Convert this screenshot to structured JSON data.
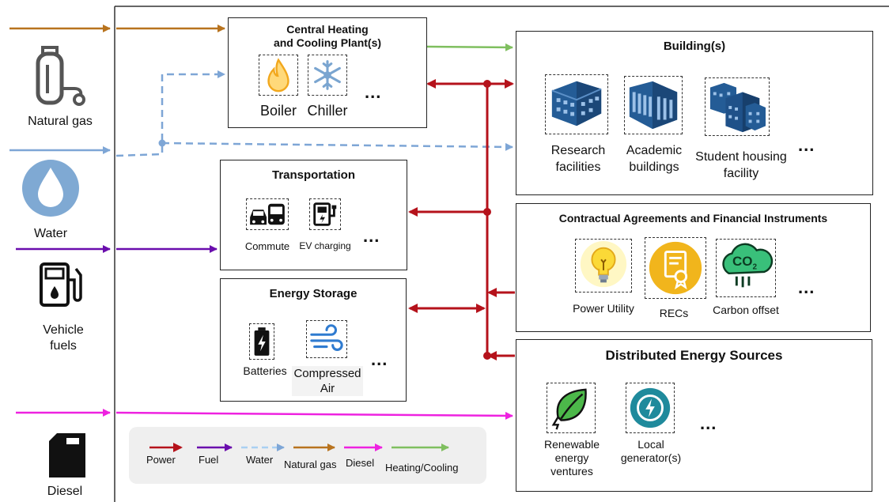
{
  "sources": {
    "natural_gas": "Natural gas",
    "water": "Water",
    "vehicle_fuels_line1": "Vehicle",
    "vehicle_fuels_line2": "fuels",
    "diesel": "Diesel"
  },
  "central_plant": {
    "title_line1": "Central Heating",
    "title_line2": "and Cooling Plant(s)",
    "boiler": "Boiler",
    "chiller": "Chiller",
    "more": "..."
  },
  "buildings": {
    "title": "Building(s)",
    "research_line1": "Research",
    "research_line2": "facilities",
    "academic_line1": "Academic",
    "academic_line2": "buildings",
    "housing_line1": "Student housing",
    "housing_line2": "facility",
    "more": "..."
  },
  "transportation": {
    "title": "Transportation",
    "commute": "Commute",
    "ev_charging": "EV charging",
    "more": "..."
  },
  "energy_storage": {
    "title": "Energy Storage",
    "batteries": "Batteries",
    "compressed_line1": "Compressed",
    "compressed_line2": "Air",
    "more": "..."
  },
  "contracts": {
    "title": "Contractual Agreements and Financial Instruments",
    "power_utility": "Power Utility",
    "recs": "RECs",
    "carbon_offset": "Carbon offset",
    "co2": "CO",
    "co2_sub": "2",
    "more": "..."
  },
  "distributed": {
    "title": "Distributed Energy Sources",
    "renewable_line1": "Renewable",
    "renewable_line2": "energy",
    "renewable_line3": "ventures",
    "local_line1": "Local",
    "local_line2": "generator(s)",
    "more": "..."
  },
  "legend": {
    "power": "Power",
    "fuel": "Fuel",
    "water": "Water",
    "natural_gas": "Natural gas",
    "diesel": "Diesel",
    "heating_cooling": "Heating/Cooling"
  },
  "colors": {
    "power": "#b5121b",
    "fuel": "#6a0dad",
    "water": "#7ea6d6",
    "natural_gas": "#b8731e",
    "diesel": "#ee22e0",
    "heating_cooling": "#7fbf5f"
  }
}
